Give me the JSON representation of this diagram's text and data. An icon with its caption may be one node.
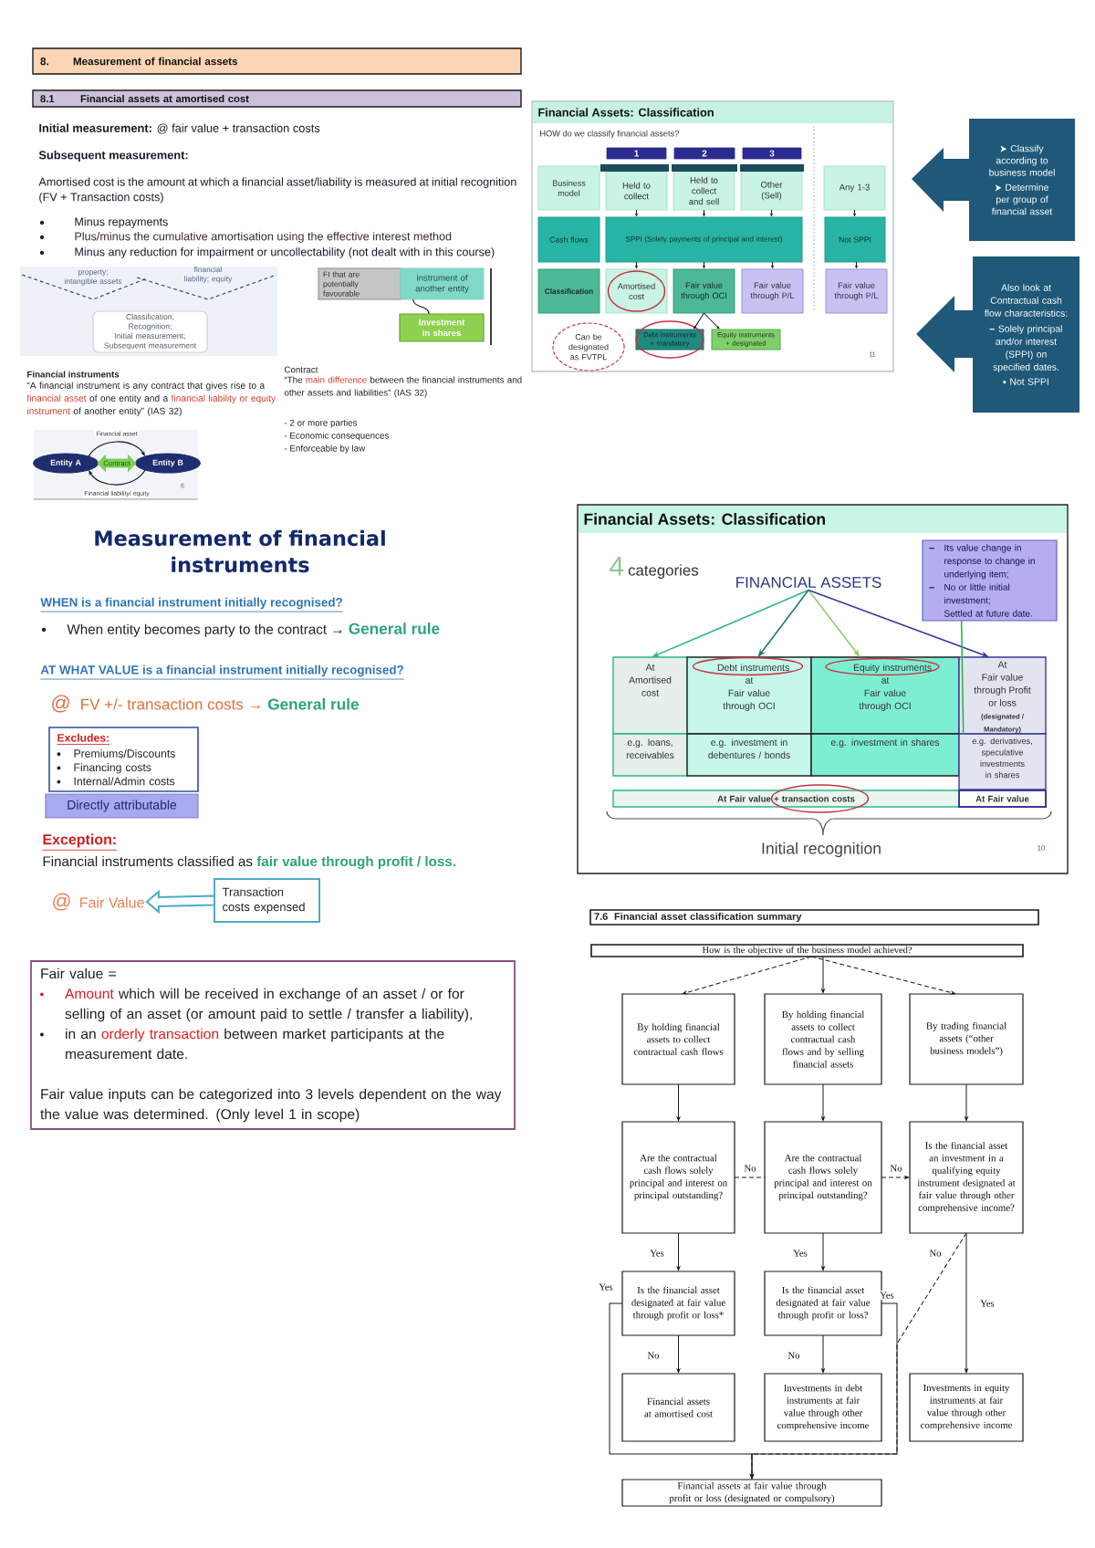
{
  "diagram": {
    "nodes": [
      {
        "text": [
          "8.",
          "Measurement of financial assets"
        ]
      },
      {
        "text": [
          "8.1",
          "Financial assets at amortised cost"
        ]
      },
      {
        "text": [
          "property; intangible assets"
        ]
      },
      {
        "text": [
          "financial liability; equity"
        ]
      },
      {
        "text": [
          "Classification;",
          "Recognition;",
          "Initial measurement;",
          "Subsequent measurement"
        ]
      },
      {
        "text": [
          "FI that are potentially favourable"
        ]
      },
      {
        "text": [
          "instrument of another entity"
        ]
      },
      {
        "text": [
          "Investment in shares"
        ]
      },
      {
        "text": [
          "Entity A"
        ]
      },
      {
        "text": [
          "Entity B"
        ]
      },
      {
        "text": [
          "Financial Assets: Classification"
        ]
      },
      {
        "text": [
          "1"
        ],
        "in": 10
      },
      {
        "text": [
          "2"
        ],
        "in": 10
      },
      {
        "text": [
          "3"
        ],
        "in": 10
      },
      {
        "text": [
          "Business model"
        ],
        "in": 10
      },
      {
        "text": [
          "Held to collect"
        ],
        "in": 10
      },
      {
        "text": [
          "Held to collect and sell"
        ],
        "in": 10
      },
      {
        "text": [
          "Other (Sell)"
        ],
        "in": 10
      },
      {
        "text": [
          "Any 1-3"
        ],
        "in": 10
      },
      {
        "text": [
          "Cash flows"
        ],
        "in": 10
      },
      {
        "text": [
          "SPPI (Solely payments of principal and interest)"
        ],
        "in": 10
      },
      {
        "text": [
          "Not SPPI"
        ],
        "in": 10
      },
      {
        "text": [
          "Classification"
        ],
        "in": 10
      },
      {
        "text": [
          "Amortised cost"
        ],
        "in": 10
      },
      {
        "text": [
          "Fair value through OCI"
        ],
        "in": 10
      },
      {
        "text": [
          "Fair value through P/L"
        ],
        "in": 10
      },
      {
        "text": [
          "Fair value through P/L"
        ],
        "in": 10
      },
      {
        "text": [
          "Can be designated as FVTPL"
        ],
        "in": 10
      },
      {
        "text": [
          "Debt instruments + mandatory"
        ],
        "in": 10
      },
      {
        "text": [
          "Equity instruments + designated"
        ],
        "in": 10
      },
      {
        "text": [
          "Classify according to business model",
          "Determine per group of financial asset"
        ]
      },
      {
        "text": [
          "Also look at Contractual cash flow characteristics:",
          "Solely principal and/or interest (SPPI) on specified dates.",
          "Not SPPI"
        ]
      },
      {
        "text": [
          "Excludes:",
          "Premiums/Discounts",
          "Financing costs",
          "Internal/Admin costs"
        ]
      },
      {
        "text": [
          "Directly attributable"
        ]
      },
      {
        "text": [
          "@",
          "Fair Value"
        ]
      },
      {
        "text": [
          "Transaction costs expensed"
        ]
      },
      {
        "text": [
          "Fair value =",
          "Amount",
          "which will be received in exchange of an asset / or for selling of an asset (or amount paid to settle / transfer a liability),",
          "in an",
          "orderly transaction",
          "between market participants at the measurement date.",
          "Fair value inputs can be categorized into 3 levels dependent on the way the value was determined. (Only level 1 in scope)"
        ]
      },
      {
        "text": [
          "Financial Assets: Classification"
        ]
      },
      {
        "text": [
          "FINANCIAL ASSETS"
        ],
        "in": 37
      },
      {
        "text": [
          "Its value change in response to change in underlying item;",
          "No or little initial investment;",
          "Settled at future date."
        ],
        "in": 37
      },
      {
        "text": [
          "At",
          "Amortised cost"
        ],
        "in": 37
      },
      {
        "text": [
          "Debt instruments",
          "at",
          "Fair value through OCI"
        ],
        "in": 37
      },
      {
        "text": [
          "Equity instruments",
          "at",
          "Fair value through OCI"
        ],
        "in": 37
      },
      {
        "text": [
          "At",
          "Fair value through Profit or loss",
          "(designated / Mandatory)"
        ],
        "in": 37
      },
      {
        "text": [
          "e.g. loans, receivables"
        ],
        "in": 37
      },
      {
        "text": [
          "e.g. investment in debentures / bonds"
        ],
        "in": 37
      },
      {
        "text": [
          "e.g. investment in shares"
        ],
        "in": 37
      },
      {
        "text": [
          "e.g. derivatives, speculative investments in shares"
        ],
        "in": 37
      },
      {
        "text": [
          "At Fair value + transaction costs"
        ],
        "in": 37
      },
      {
        "text": [
          "At Fair value"
        ],
        "in": 37
      },
      {
        "text": [
          "7.6",
          "Financial asset classification summary"
        ]
      },
      {
        "text": [
          "How is the objective of the business model achieved?"
        ]
      },
      {
        "text": [
          "By holding financial assets to collect contractual cash flows"
        ]
      },
      {
        "text": [
          "By holding financial assets to collect contractual cash flows and by selling financial assets"
        ]
      },
      {
        "text": [
          "By trading financial assets (“other business models”)"
        ]
      },
      {
        "text": [
          "Are the contractual cash flows solely principal and interest on principal outstanding?"
        ]
      },
      {
        "text": [
          "Are the contractual cash flows solely principal and interest on principal outstanding?"
        ]
      },
      {
        "text": [
          "Is the financial asset an investment in a qualifying equity instrument designated at fair value through other comprehensive income?"
        ]
      },
      {
        "text": [
          "Is the financial asset designated at fair value through profit or loss*"
        ]
      },
      {
        "text": [
          "Is the financial asset designated at fair value through profit or loss?"
        ]
      },
      {
        "text": [
          "Financial assets at amortised cost"
        ]
      },
      {
        "text": [
          "Investments in debt instruments at fair value through other comprehensive income"
        ]
      },
      {
        "text": [
          "Investments in equity instruments at fair value through other comprehensive income"
        ]
      },
      {
        "text": [
          "Financial assets at fair value through profit or loss (designated or compulsory)"
        ]
      }
    ],
    "edges": [
      {
        "from": 6,
        "to": 7,
        "arrow": "none"
      },
      {
        "from": 8,
        "to": 9,
        "arrow": "both",
        "label": "Contract",
        "color": "#7dd150"
      },
      {
        "from": 8,
        "to": 9,
        "arrow": "to",
        "label": "Financial asset"
      },
      {
        "from": 9,
        "to": 8,
        "arrow": "to",
        "label": "Financial liability/ equity"
      },
      {
        "from": 15,
        "to": 20,
        "arrow": "to"
      },
      {
        "from": 16,
        "to": 20,
        "arrow": "to"
      },
      {
        "from": 17,
        "to": 20,
        "arrow": "to"
      },
      {
        "from": 18,
        "to": 21,
        "arrow": "to"
      },
      {
        "from": 20,
        "to": 23,
        "arrow": "to"
      },
      {
        "from": 20,
        "to": 24,
        "arrow": "to"
      },
      {
        "from": 20,
        "to": 25,
        "arrow": "to"
      },
      {
        "from": 21,
        "to": 26,
        "arrow": "to"
      },
      {
        "from": 24,
        "to": 28,
        "arrow": "to"
      },
      {
        "from": 24,
        "to": 29,
        "arrow": "to"
      },
      {
        "from": 35,
        "to": 34,
        "arrow": "to",
        "color": "#4bacc6"
      },
      {
        "from": 38,
        "to": 40,
        "arrow": "to",
        "color": "#2ab88a"
      },
      {
        "from": 38,
        "to": 41,
        "arrow": "to",
        "color": "#1f7a6a"
      },
      {
        "from": 38,
        "to": 42,
        "arrow": "to",
        "color": "#8fcf6f"
      },
      {
        "from": 38,
        "to": 43,
        "arrow": "to",
        "color": "#3a3aa0"
      },
      {
        "from": 39,
        "to": 47,
        "arrow": "none",
        "color": "#2ab84a"
      },
      {
        "from": 51,
        "to": 52,
        "arrow": "to",
        "style": "dashed"
      },
      {
        "from": 51,
        "to": 53,
        "arrow": "to"
      },
      {
        "from": 51,
        "to": 54,
        "arrow": "to",
        "style": "dashed"
      },
      {
        "from": 52,
        "to": 55,
        "arrow": "to"
      },
      {
        "from": 53,
        "to": 56,
        "arrow": "to"
      },
      {
        "from": 54,
        "to": 57,
        "arrow": "to"
      },
      {
        "from": 55,
        "to": 56,
        "arrow": "none",
        "label": "No",
        "style": "dashed"
      },
      {
        "from": 56,
        "to": 57,
        "arrow": "to",
        "label": "No",
        "style": "dashed"
      },
      {
        "from": 55,
        "to": 58,
        "arrow": "to",
        "label": "Yes"
      },
      {
        "from": 56,
        "to": 59,
        "arrow": "to",
        "label": "Yes"
      },
      {
        "from": 57,
        "to": 63,
        "arrow": "to",
        "label": "No",
        "style": "dashed"
      },
      {
        "from": 57,
        "to": 62,
        "arrow": "to",
        "label": "Yes"
      },
      {
        "from": 58,
        "to": 63,
        "arrow": "to",
        "label": "Yes"
      },
      {
        "from": 59,
        "to": 63,
        "arrow": "to",
        "label": "Yes"
      },
      {
        "from": 58,
        "to": 60,
        "arrow": "to",
        "label": "No"
      },
      {
        "from": 59,
        "to": 61,
        "arrow": "to",
        "label": "No"
      }
    ],
    "labels": [
      "**Initial measurement:** @ fair value + transaction costs",
      "Subsequent measurement:",
      "Amortised cost is the amount at which a financial asset/liability is measured at initial recognition (FV + Transaction costs)",
      "Minus repayments",
      "Plus/minus the cumulative amortisation using the effective interest method",
      "Minus any reduction for impairment or uncollectability (not dealt with in this course)",
      "Financial instruments",
      "“A financial instrument is any contract that gives rise to a",
      "financial asset",
      "of one entity and a",
      "financial liability or equity instrument",
      "of another entity” (IAS 32)",
      "Contract",
      "“The",
      "main difference",
      "between the financial instruments and other assets and liabilities” (IAS 32)",
      "- 2 or more parties",
      "- Economic consequences",
      "- Enforceable by law",
      "6",
      "HOW do we classify financial assets?",
      "11",
      "Measurement of financial instruments",
      "WHEN is a financial instrument initially recognised?",
      "When entity becomes party to the contract →",
      "General rule",
      "AT WHAT VALUE is a financial instrument initially recognised?",
      "@",
      "FV +/- transaction costs →",
      "General rule",
      "Exception:",
      "Financial instruments classified as",
      "fair value through profit / loss.",
      "4",
      "categories",
      "Initial recognition",
      "10"
    ]
  }
}
